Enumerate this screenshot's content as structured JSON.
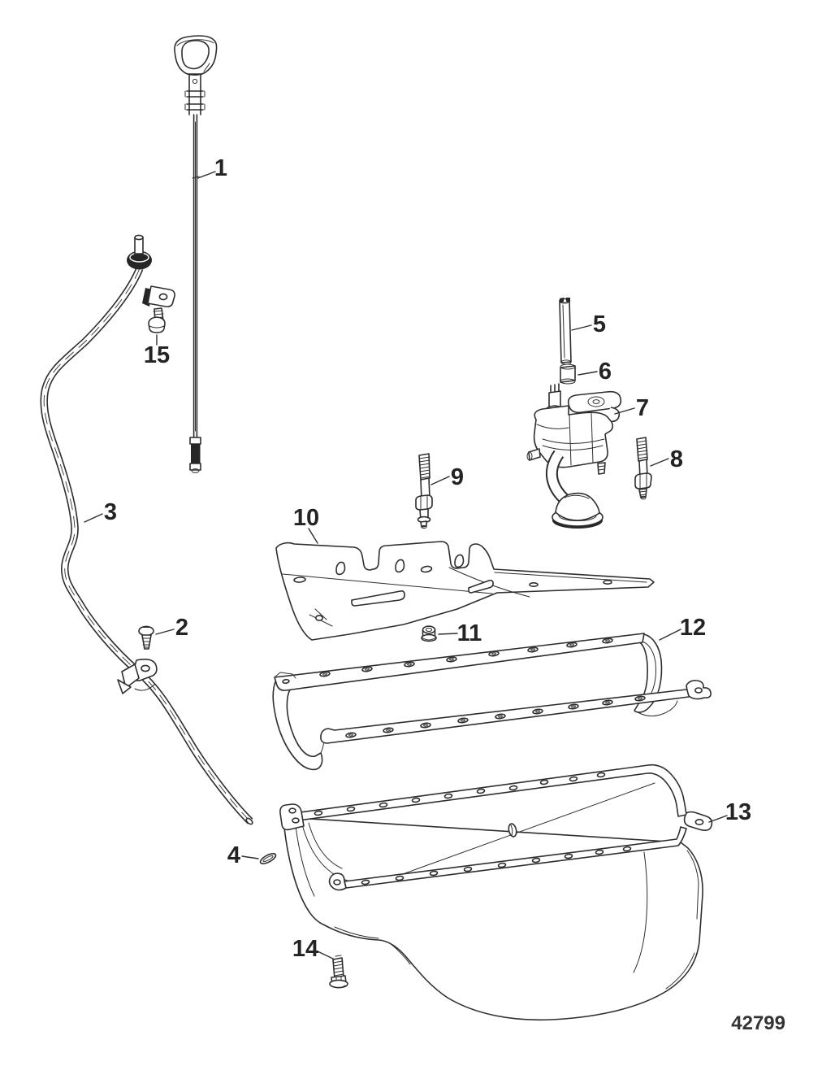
{
  "figure_number": "42799",
  "callouts": [
    {
      "label": "1"
    },
    {
      "label": "2"
    },
    {
      "label": "3"
    },
    {
      "label": "4"
    },
    {
      "label": "5"
    },
    {
      "label": "6"
    },
    {
      "label": "7"
    },
    {
      "label": "8"
    },
    {
      "label": "9"
    },
    {
      "label": "10"
    },
    {
      "label": "11"
    },
    {
      "label": "12"
    },
    {
      "label": "13"
    },
    {
      "label": "14"
    },
    {
      "label": "15"
    }
  ]
}
